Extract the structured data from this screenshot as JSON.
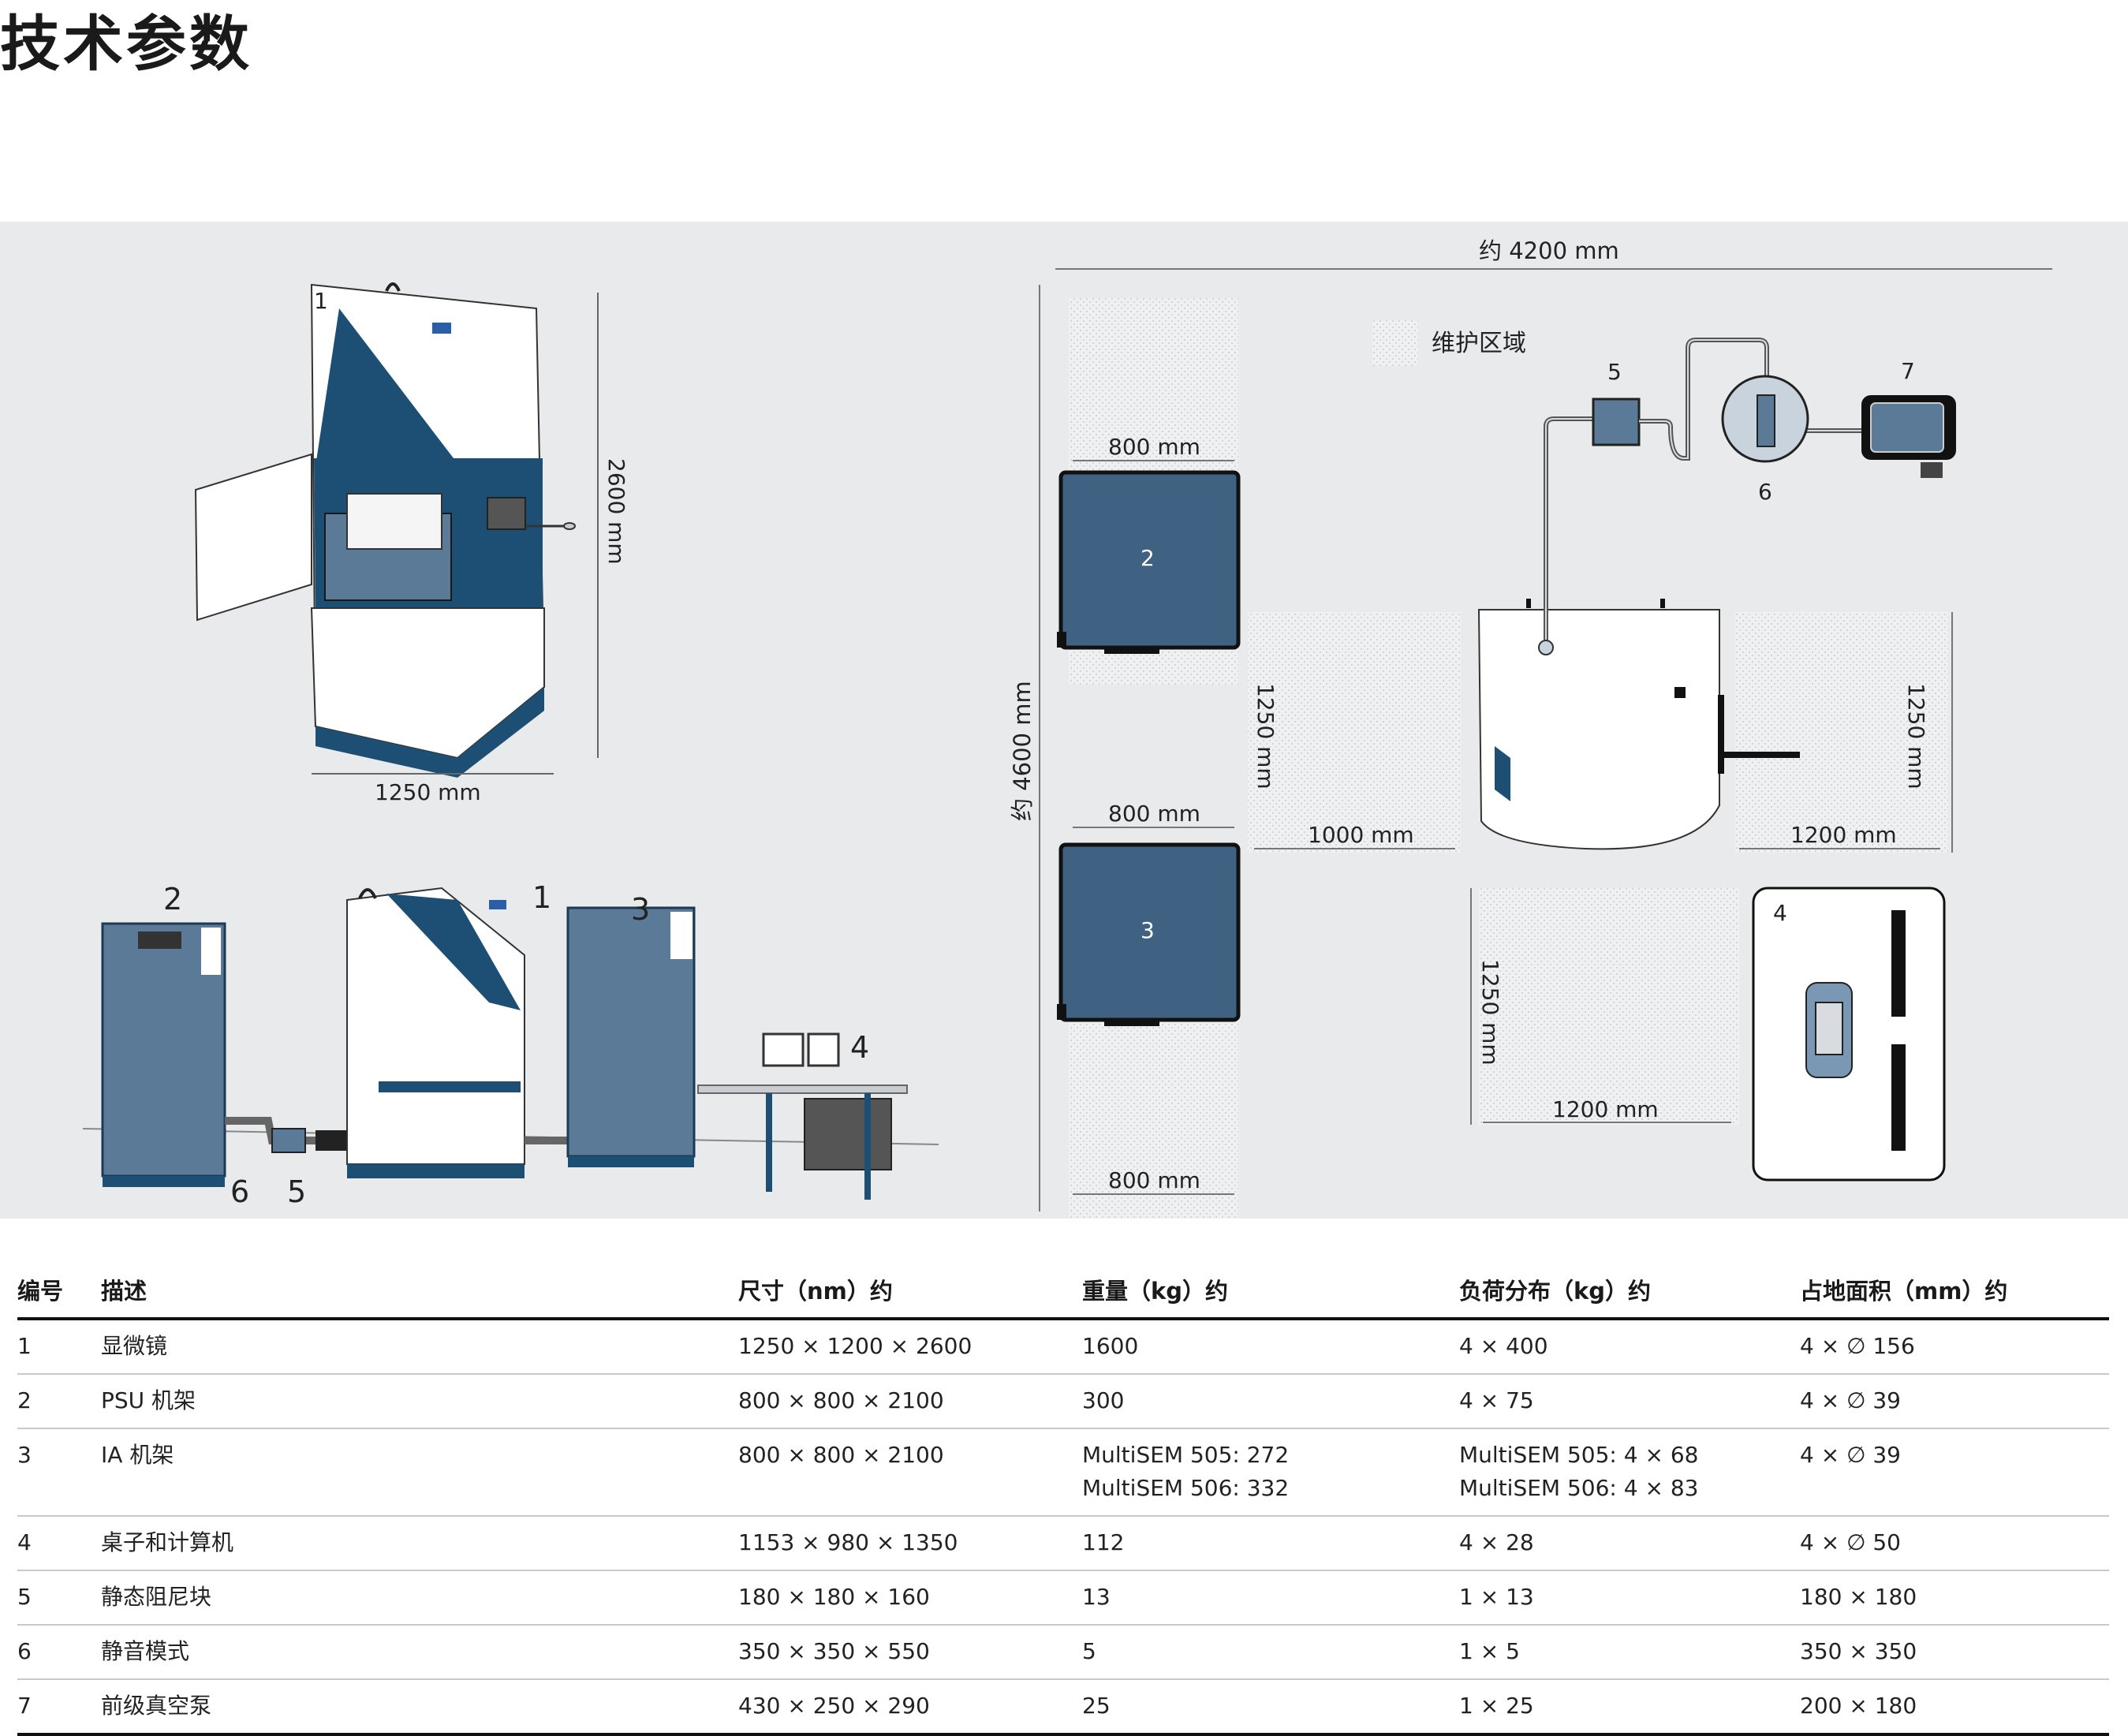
{
  "page": {
    "title": "技术参数"
  },
  "figure": {
    "top_left": {
      "number": "1",
      "height_dim": "2600 mm",
      "width_dim": "1250 mm"
    },
    "bottom_left": {
      "labels": [
        "2",
        "1",
        "3",
        "4",
        "6",
        "5"
      ]
    },
    "plan": {
      "overall_width": "约 4200 mm",
      "overall_depth": "约 4600 mm",
      "legend_label": "维护区域",
      "unit2_label": "2",
      "unit3_label": "3",
      "dim_800_top": "800 mm",
      "dim_800_mid": "800 mm",
      "dim_800_bottom": "800 mm",
      "dim_1250_left": "1250 mm",
      "dim_1000": "1000 mm",
      "dim_1250_right": "1250 mm",
      "dim_1200_right": "1200 mm",
      "dim_1250_lower": "1250 mm",
      "dim_1200_lower": "1200 mm",
      "label_4": "4",
      "label_5": "5",
      "label_6": "6",
      "label_7": "7"
    }
  },
  "table": {
    "headers": [
      "编号",
      "描述",
      "尺寸（nm）约",
      "重量（kg）约",
      "负荷分布（kg）约",
      "占地面积（mm）约"
    ],
    "rows": [
      {
        "no": "1",
        "desc": "显微镜",
        "size": "1250 × 1200 × 2600",
        "weight": "1600",
        "weight2": "",
        "load": "4 × 400",
        "load2": "",
        "footprint": "4 × ∅ 156"
      },
      {
        "no": "2",
        "desc": "PSU 机架",
        "size": "800 × 800 × 2100",
        "weight": "300",
        "weight2": "",
        "load": "4 × 75",
        "load2": "",
        "footprint": "4 × ∅ 39"
      },
      {
        "no": "3",
        "desc": "IA 机架",
        "size": "800 × 800 × 2100",
        "weight": "MultiSEM 505: 272",
        "weight2": "MultiSEM 506: 332",
        "load": "MultiSEM 505: 4 × 68",
        "load2": "MultiSEM 506: 4 × 83",
        "footprint": "4 × ∅ 39"
      },
      {
        "no": "4",
        "desc": "桌子和计算机",
        "size": "1153 × 980 × 1350",
        "weight": "112",
        "weight2": "",
        "load": "4 × 28",
        "load2": "",
        "footprint": "4 × ∅ 50"
      },
      {
        "no": "5",
        "desc": "静态阻尼块",
        "size": "180 × 180 × 160",
        "weight": "13",
        "weight2": "",
        "load": "1 × 13",
        "load2": "",
        "footprint": "180 × 180"
      },
      {
        "no": "6",
        "desc": "静音模式",
        "size": "350 × 350 × 550",
        "weight": "5",
        "weight2": "",
        "load": "1 × 5",
        "load2": "",
        "footprint": "350 × 350"
      },
      {
        "no": "7",
        "desc": "前级真空泵",
        "size": "430 × 250 × 290",
        "weight": "25",
        "weight2": "",
        "load": "1 × 25",
        "load2": "",
        "footprint": "200 × 180"
      }
    ]
  }
}
